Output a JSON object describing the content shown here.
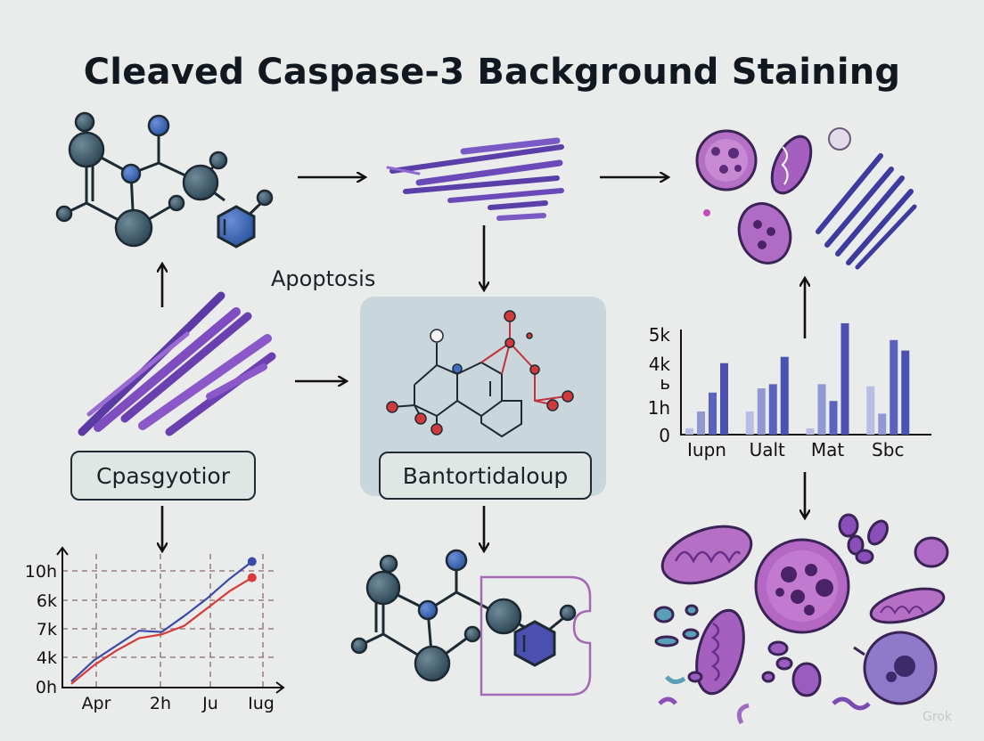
{
  "title": "Cleaved Caspase-3 Background Staining",
  "labels": {
    "left_box": "Cpasgyotior",
    "center_box": "Bantortidaloup",
    "apoptosis": "Apoptosis"
  },
  "watermark": "Grok",
  "colors": {
    "node_dark": "#34505f",
    "node_blue": "#2f5fb0",
    "node_red": "#d13a3a",
    "fiber_purple": "#6a3fb0",
    "cell_pink": "#c77bc9",
    "bar_dark": "#4e55b4",
    "bar_light": "#b3b7e2",
    "line_blue": "#3a4aa8",
    "line_red": "#d63a3a"
  },
  "chart_data": [
    {
      "type": "bar",
      "title": "",
      "xlabel": "",
      "ylabel": "",
      "yticks": [
        "5k",
        "4k",
        "ь",
        "1h",
        "0"
      ],
      "categories": [
        "Iupn",
        "Ualt",
        "Mat",
        "Sbc"
      ],
      "ylim": [
        0,
        5000
      ],
      "series": [
        {
          "values": [
            300,
            1100,
            300,
            2300
          ]
        },
        {
          "values": [
            1100,
            2200,
            2400,
            1000
          ]
        },
        {
          "values": [
            2000,
            2400,
            1600,
            4500
          ]
        },
        {
          "values": [
            3400,
            3700,
            5300,
            4000
          ]
        }
      ],
      "grid": false,
      "legend": "none"
    },
    {
      "type": "line",
      "title": "",
      "xlabel": "",
      "ylabel": "",
      "yticks": [
        "10h",
        "6k",
        "7k",
        "4k",
        "0h"
      ],
      "xticks": [
        "Apr",
        "2h",
        "Ju",
        "Iug"
      ],
      "ylim": [
        0,
        10
      ],
      "series": [
        {
          "color": "#3a4aa8",
          "x": [
            0,
            1,
            2,
            3,
            4,
            5,
            6,
            7,
            8
          ],
          "values": [
            0.5,
            2.2,
            3.4,
            4.6,
            4.5,
            5.8,
            7.2,
            8.8,
            10.2
          ]
        },
        {
          "color": "#d63a3a",
          "x": [
            0,
            1,
            2,
            3,
            4,
            5,
            6,
            7,
            8
          ],
          "values": [
            0.3,
            1.8,
            3.0,
            4.0,
            4.3,
            5.0,
            6.4,
            7.8,
            8.9
          ]
        }
      ],
      "grid": true,
      "legend": "none"
    }
  ]
}
